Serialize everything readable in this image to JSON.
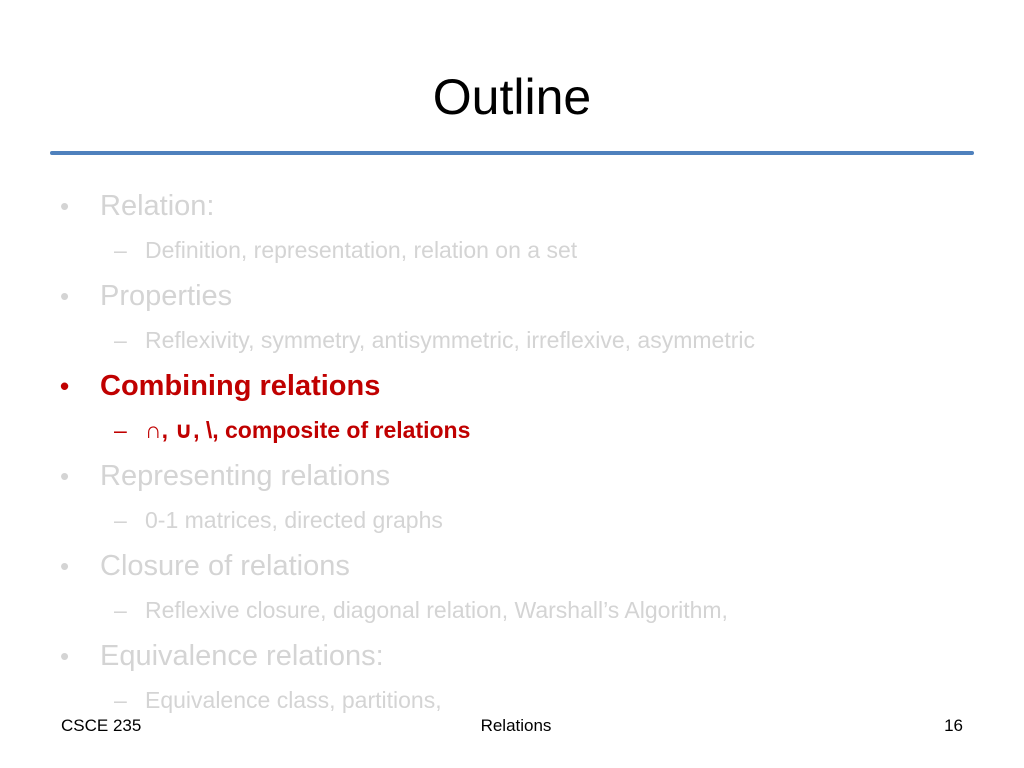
{
  "slide": {
    "title": "Outline"
  },
  "outline": {
    "items": [
      {
        "marker": "•",
        "text": "Relation:"
      },
      {
        "marker": "–",
        "text": "Definition, representation, relation on a set"
      },
      {
        "marker": "•",
        "text": "Properties"
      },
      {
        "marker": "–",
        "text": "Reflexivity, symmetry, antisymmetric, irreflexive, asymmetric"
      },
      {
        "marker": "•",
        "text": "Combining relations"
      },
      {
        "marker": "–",
        "text": "∩, ∪, \\, composite of relations"
      },
      {
        "marker": "•",
        "text": "Representing relations"
      },
      {
        "marker": "–",
        "text": "0-1 matrices, directed graphs"
      },
      {
        "marker": "•",
        "text": "Closure of relations"
      },
      {
        "marker": "–",
        "text": "Reflexive closure, diagonal relation, Warshall’s Algorithm,"
      },
      {
        "marker": "•",
        "text": "Equivalence relations:"
      },
      {
        "marker": "–",
        "text": "Equivalence class, partitions,"
      }
    ]
  },
  "footer": {
    "left": "CSCE 235",
    "center": "Relations",
    "page_number": "16"
  },
  "colors": {
    "rule": "#4f81bd",
    "highlight": "#c00000",
    "dimmed": "#d4d4d4"
  }
}
